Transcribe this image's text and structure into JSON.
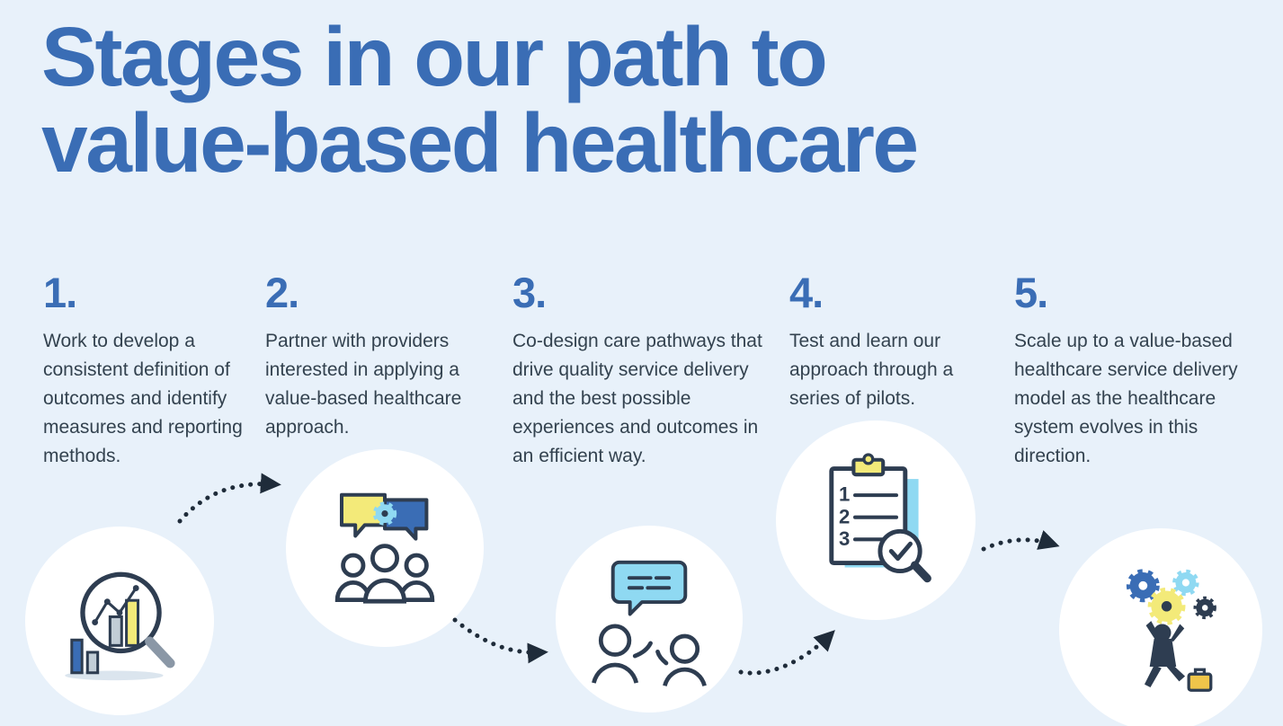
{
  "page": {
    "background_color": "#e8f1fa",
    "accent_blue": "#3a6db5",
    "body_text_color": "#33424f",
    "outline_navy": "#2e3d51",
    "light_blue": "#8fd9f2",
    "yellow": "#f3ea79"
  },
  "title": {
    "line1": "Stages in our path to",
    "line2": "value-based healthcare"
  },
  "stages": [
    {
      "number": "1.",
      "description": "Work to develop a consistent definition of outcomes and identify measures and reporting methods.",
      "icon": "bar-chart-magnifier-icon"
    },
    {
      "number": "2.",
      "description": "Partner with providers interested in applying a value-based healthcare approach.",
      "icon": "speech-bubbles-team-icon"
    },
    {
      "number": "3.",
      "description": "Co-design care pathways that drive quality service delivery and the best possible experiences and outcomes in an efficient way.",
      "icon": "conversation-icon"
    },
    {
      "number": "4.",
      "description": "Test and learn our approach through a series of pilots.",
      "icon": "clipboard-checklist-icon"
    },
    {
      "number": "5.",
      "description": "Scale up to a value-based healthcare service delivery model as the healthcare system evolves in this direction.",
      "icon": "person-carrying-gears-icon"
    }
  ],
  "clipboard_items": [
    "1",
    "2",
    "3"
  ]
}
